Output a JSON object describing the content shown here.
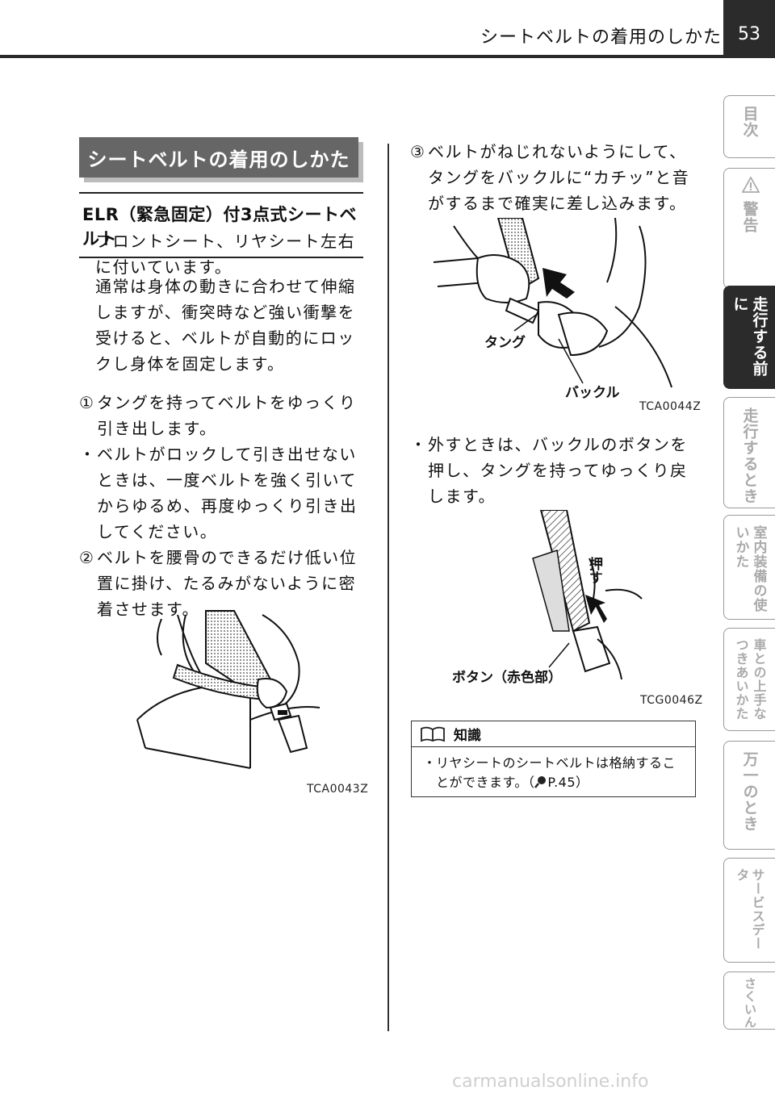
{
  "header": {
    "title": "シートベルトの着用のしかた",
    "page_number": "53"
  },
  "tabs": [
    {
      "label": "目次",
      "active": false
    },
    {
      "label": "警告",
      "active": false,
      "icon": "warning-icon"
    },
    {
      "label": "走行する前に",
      "active": true
    },
    {
      "label": "走行するとき",
      "active": false
    },
    {
      "label": "室内装備の使いかた",
      "active": false
    },
    {
      "label": "車との上手なつきあいかた",
      "active": false
    },
    {
      "label": "万一のとき",
      "active": false
    },
    {
      "label": "サービスデータ",
      "active": false
    },
    {
      "label": "さくいん",
      "active": false
    }
  ],
  "left": {
    "banner": "シートベルトの着用のしかた",
    "subheading": "ELR（緊急固定）付3点式シートベルト",
    "intro_1": "フロントシート、リヤシート左右に付いています。",
    "intro_2": "通常は身体の動きに合わせて伸縮しますが、衝突時など強い衝撃を受けると、ベルトが自動的にロックし身体を固定します。",
    "step1_marker": "①",
    "step1": "タングを持ってベルトをゆっくり引き出します。",
    "note1_marker": "・",
    "note1": "ベルトがロックして引き出せないときは、一度ベルトを強く引いてからゆるめ、再度ゆっくり引き出してください。",
    "step2_marker": "②",
    "step2": "ベルトを腰骨のできるだけ低い位置に掛け、たるみがないように密着させます。",
    "fig_code": "TCA0043Z"
  },
  "right": {
    "step3_marker": "③",
    "step3": "ベルトがねじれないようにして、タングをバックルに“カチッ”と音がするまで確実に差し込みます。",
    "fig1_label_tongue": "タング",
    "fig1_label_buckle": "バックル",
    "fig1_code": "TCA0044Z",
    "note2_marker": "・",
    "note2": "外すときは、バックルのボタンを押し、タングを持ってゆっくり戻します。",
    "fig2_label_push": "押す",
    "fig2_label_button": "ボタン（赤色部）",
    "fig2_code": "TCG0046Z"
  },
  "knowledge": {
    "title": "知識",
    "marker": "・",
    "text": "リヤシートのシートベルトは格納することができます。（",
    "ref": "P.45）"
  },
  "watermark": "carmanualsonline.info"
}
